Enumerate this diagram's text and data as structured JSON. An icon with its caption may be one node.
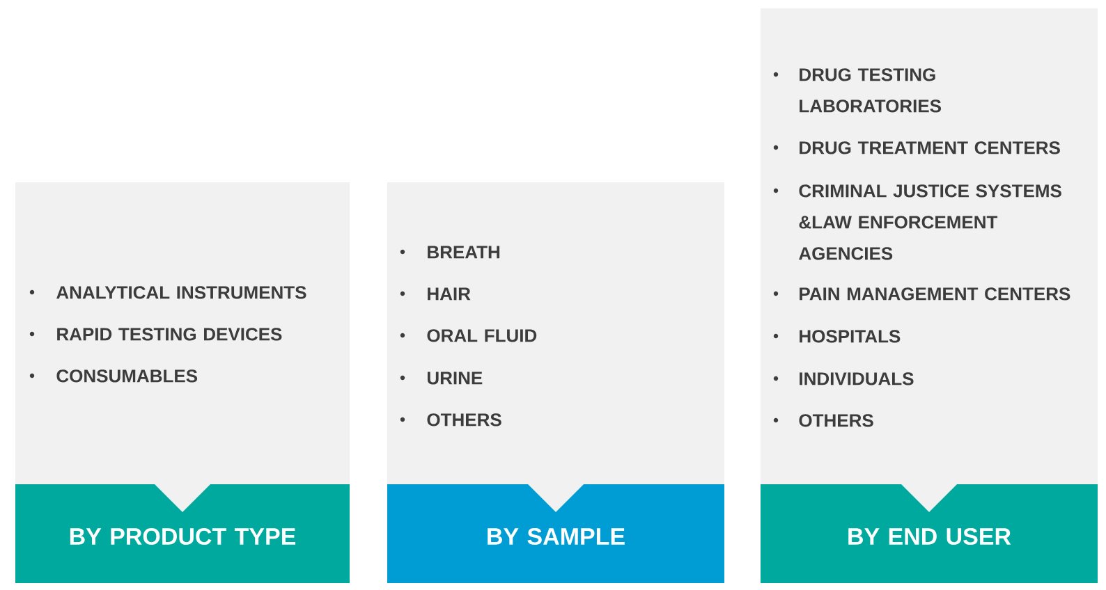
{
  "diagram": {
    "nodes": [
      {
        "text": [
          "ANALYTICAL INSTRUMENTS",
          "RAPID TESTING DEVICES",
          "CONSUMABLES"
        ]
      },
      {
        "text": [
          "BY PRODUCT TYPE"
        ]
      },
      {
        "text": [
          "BREATH",
          "HAIR",
          "ORAL FLUID",
          "URINE",
          "OTHERS"
        ]
      },
      {
        "text": [
          "BY SAMPLE"
        ]
      },
      {
        "text": [
          "DRUG TESTING LABORATORIES",
          "DRUG TREATMENT CENTERS",
          "CRIMINAL JUSTICE SYSTEMS &LAW ENFORCEMENT AGENCIES",
          "PAIN MANAGEMENT CENTERS",
          "HOSPITALS",
          "INDIVIDUALS",
          "OTHERS"
        ]
      },
      {
        "text": [
          "BY END USER"
        ]
      }
    ]
  }
}
